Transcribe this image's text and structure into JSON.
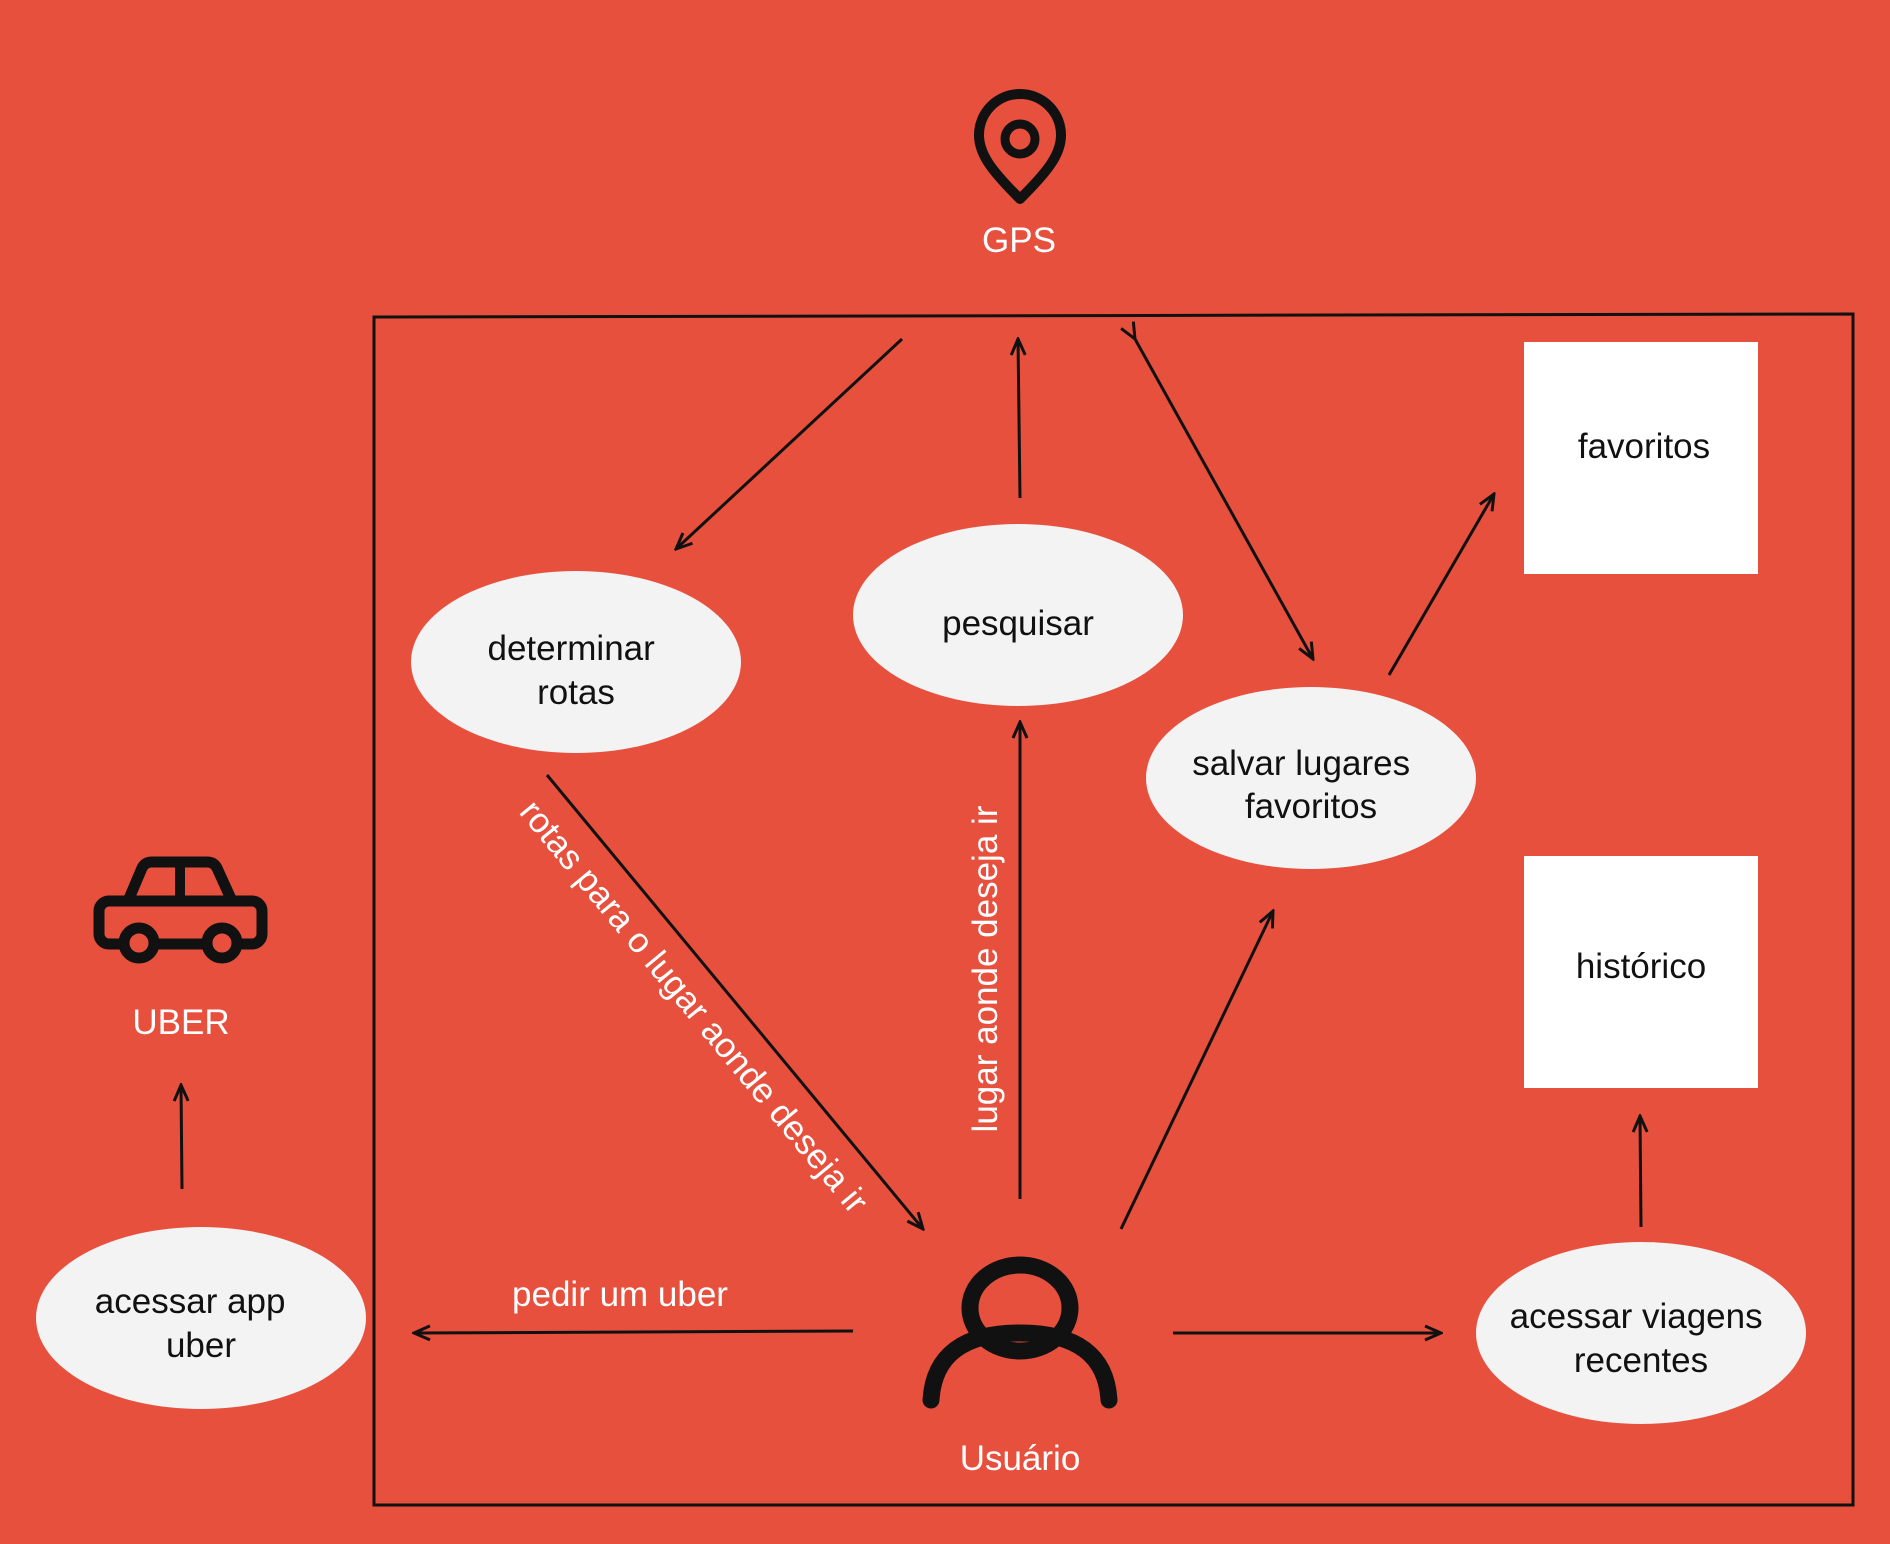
{
  "colors": {
    "background": "#E8503E",
    "node_fill": "#F3F3F3",
    "box_fill": "#FFFFFF",
    "line": "#111111",
    "label_light": "#FFFFFF"
  },
  "actors": {
    "gps": {
      "label": "GPS",
      "icon": "map-pin-icon"
    },
    "uber": {
      "label": "UBER",
      "icon": "car-icon"
    },
    "user": {
      "label": "Usuário",
      "icon": "user-icon"
    }
  },
  "use_cases": {
    "determinar_rotas": [
      "determinar",
      "rotas"
    ],
    "pesquisar": [
      "pesquisar"
    ],
    "salvar_favoritos": [
      "salvar lugares",
      "favoritos"
    ],
    "acessar_app": [
      "acessar app",
      "uber"
    ],
    "acessar_viagens": [
      "acessar viagens",
      "recentes"
    ]
  },
  "boxes": {
    "favoritos": "favoritos",
    "historico": "histórico"
  },
  "edge_labels": {
    "rotas": "rotas para o lugar aonde deseja ir",
    "lugar": "lugar aonde deseja ir",
    "pedir": "pedir um uber"
  }
}
